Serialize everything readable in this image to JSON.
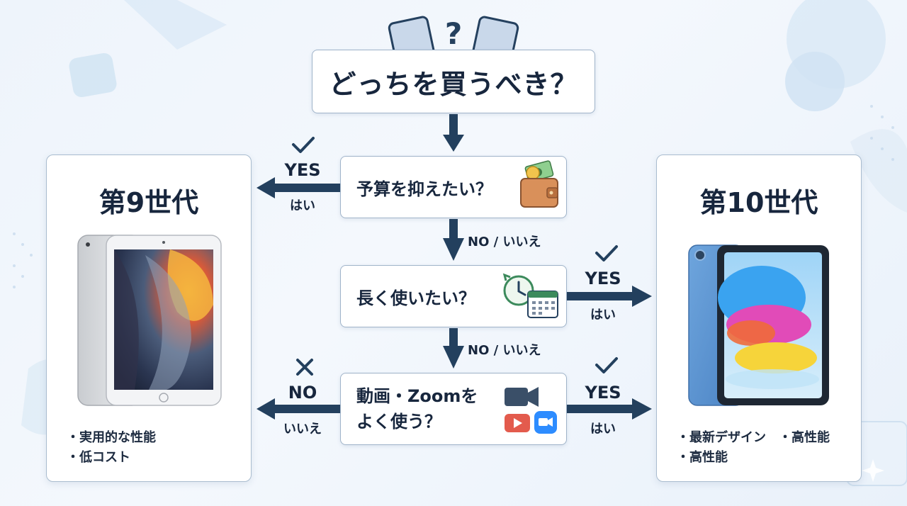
{
  "title": "どっちを買うべき？",
  "questions": {
    "q1": "予算を抑えたい？",
    "q2": "長く使いたい？",
    "q3_line1": "動画・Zoomを",
    "q3_line2": "よく使う？"
  },
  "branch_labels": {
    "yes": "YES",
    "yes_jp": "はい",
    "no": "NO",
    "no_jp": "いいえ",
    "no_combined": "NO / いいえ"
  },
  "results": {
    "left": {
      "title": "第9世代",
      "features": [
        "・実用的な性能",
        "・低コスト"
      ]
    },
    "right": {
      "title": "第10世代",
      "features": [
        "・最新デザイン　・高性能",
        "・高性能"
      ]
    }
  },
  "icons": {
    "title_decor": "tablets-question-icon",
    "q1": "wallet-money-icon",
    "q2": "clock-calendar-icon",
    "q3": "video-camera-youtube-zoom-icon",
    "yes_mark": "check-icon",
    "no_mark": "cross-icon"
  },
  "colors": {
    "arrow": "#23405e",
    "text": "#17263d",
    "box_border": "#9fb3c9",
    "background": "#eef4fb"
  }
}
